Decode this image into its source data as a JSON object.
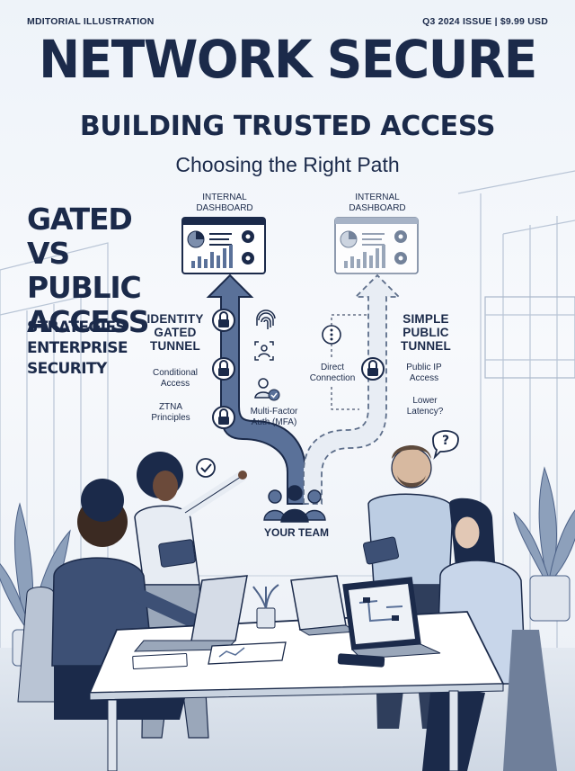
{
  "header": {
    "publisher": "MDITORIAL ILLUSTRATION",
    "issue": "Q3 2024 ISSUE | $9.99 USD"
  },
  "cover": {
    "title": "NETWORK SECURE",
    "subtitle": "BUILDING TRUSTED ACCESS",
    "tagline": "Choosing the Right Path",
    "headline": [
      "GATED VS",
      "PUBLIC",
      "ACCESS"
    ],
    "subheadline": [
      "STRATEGIES",
      "ENTERPRISE",
      "SECURITY"
    ]
  },
  "diagram": {
    "left_destination": [
      "INTERNAL",
      "DASHBOARD"
    ],
    "right_destination": [
      "INTERNAL",
      "DASHBOARD"
    ],
    "left_path": {
      "title": [
        "IDENTITY",
        "GATED",
        "TUNNEL"
      ],
      "labels": {
        "conditional": [
          "Conditional",
          "Access"
        ],
        "ztna": [
          "ZTNA",
          "Principles"
        ],
        "mfa": [
          "Multi-Factor",
          "Auth (MFA)"
        ]
      }
    },
    "right_path": {
      "title": [
        "SIMPLE",
        "PUBLIC",
        "TUNNEL"
      ],
      "labels": {
        "direct": [
          "Direct",
          "Connection"
        ],
        "public_ip": [
          "Public IP",
          "Access"
        ],
        "latency": [
          "Lower",
          "Latency?"
        ]
      }
    },
    "team_label": "YOUR TEAM"
  },
  "icons": [
    "padlock-icon",
    "fingerprint-icon",
    "user-scan-icon",
    "user-check-icon",
    "checkmark-icon",
    "dots-icon",
    "question-icon",
    "team-icon",
    "pie-chart-icon",
    "bar-chart-icon",
    "gear-icon"
  ],
  "colors": {
    "ink": "#1b2a4a",
    "gated_path": "#5a7199",
    "public_path": "#dfe6ef",
    "background": "#eef3f9"
  }
}
